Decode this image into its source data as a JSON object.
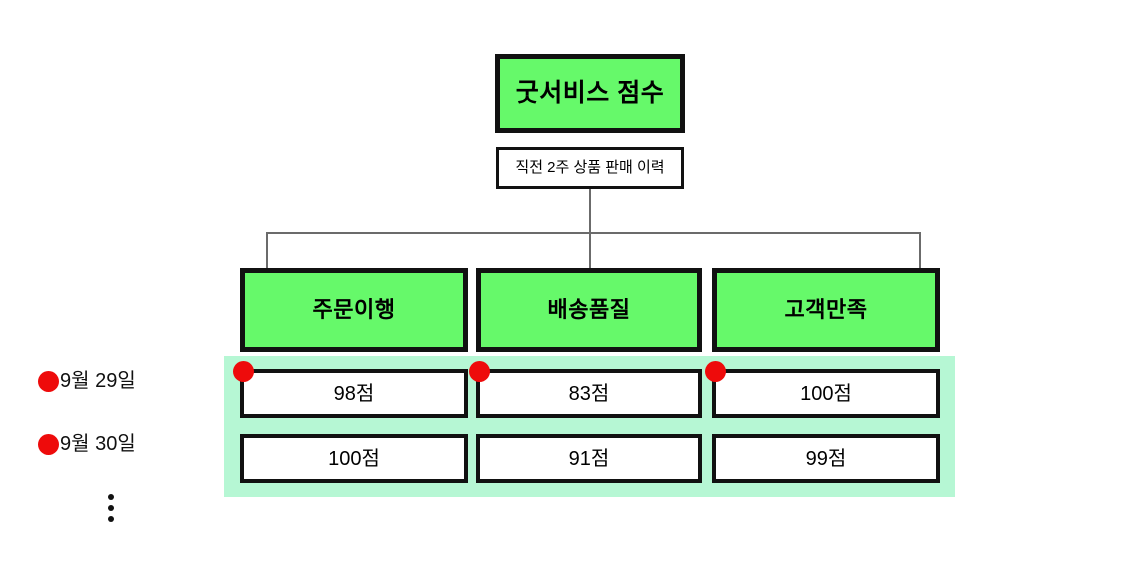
{
  "diagram": {
    "title": "굿서비스 점수",
    "subtitle": "직전 2주 상품 판매 이력",
    "categories": [
      {
        "label": "주문이행"
      },
      {
        "label": "배송품질"
      },
      {
        "label": "고객만족"
      }
    ],
    "score_rows": [
      {
        "date_label": "9월 29일",
        "scores": [
          "98점",
          "83점",
          "100점"
        ]
      },
      {
        "date_label": "9월 30일",
        "scores": [
          "100점",
          "91점",
          "99점"
        ]
      }
    ],
    "continuation": "⋮",
    "colors": {
      "node_green": "#66f96a",
      "highlight_mint": "#b6f7d4",
      "marker_red": "#ee0b0b",
      "border_black": "#111111",
      "connector_gray": "#6b6b6b",
      "background": "#ffffff"
    }
  }
}
